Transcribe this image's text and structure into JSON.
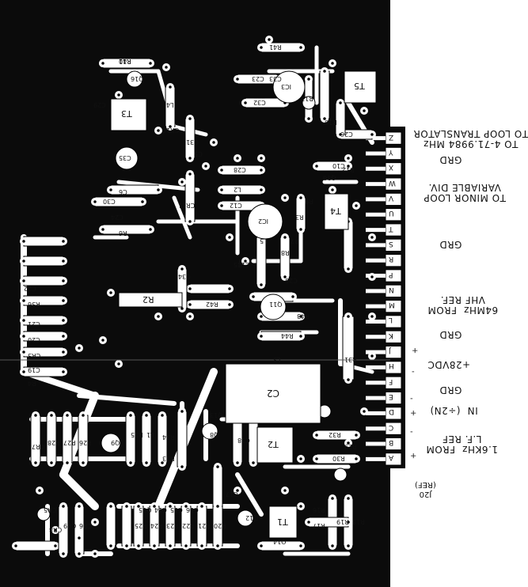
{
  "board": {
    "ref_label": "J20\n(REF)",
    "side_labels": [
      "1.6KHz  FROM\nL.F. REF",
      "IN  (÷2N)",
      "GRD",
      "+28VDC",
      "GRD",
      "64MHz  FROM\nVHF REF.",
      "GRD",
      "TO MINOR LOOP\nVARIABLE DIV.",
      "GRD",
      "TO 4-71.9984 MHz\nTO LOOP TRANSLATOR"
    ],
    "connector_pins": [
      "A",
      "B",
      "C",
      "D",
      "E",
      "F",
      "H",
      "J",
      "K",
      "L",
      "M",
      "N",
      "P",
      "R",
      "S",
      "T",
      "U",
      "V",
      "W",
      "X",
      "Y",
      "Z"
    ],
    "signs": [
      "+",
      "-",
      "+",
      "-",
      "+",
      "-"
    ]
  },
  "components": {
    "white_boxes": [
      "T3",
      "T5",
      "C2",
      "T4",
      "R2",
      "T2",
      "T1"
    ],
    "labels": [
      "R40",
      "R41",
      "C29",
      "Q16",
      "L4",
      "CR10",
      "C35",
      "C31",
      "C5",
      "C6",
      "C30",
      "CR11",
      "R6",
      "C24",
      "C28",
      "L2",
      "C12",
      "IC2",
      "C10",
      "Q10",
      "R12",
      "C26",
      "R13",
      "C33",
      "IC3",
      "C32",
      "C23",
      "R5",
      "R8",
      "R3",
      "C34",
      "R42",
      "C25",
      "R43",
      "R44",
      "C11",
      "Q11",
      "C22",
      "R36",
      "C21",
      "C20",
      "CR3",
      "C19",
      "R4",
      "R31",
      "L1",
      "R35",
      "R34",
      "R33",
      "C18",
      "R32",
      "R30",
      "R29",
      "CR7",
      "R28",
      "R27",
      "R26",
      "R25",
      "R24",
      "R23",
      "R22",
      "R21",
      "R20",
      "R19",
      "R18",
      "R17",
      "R16",
      "CR8",
      "CR9",
      "CR5",
      "CR6",
      "Q9",
      "Q8",
      "Q13",
      "Q12",
      "Q14",
      "Q15",
      "C14",
      "C15",
      "C16",
      "C17",
      "L3",
      "L5",
      "R7",
      "R9",
      "R10",
      "R11"
    ]
  }
}
